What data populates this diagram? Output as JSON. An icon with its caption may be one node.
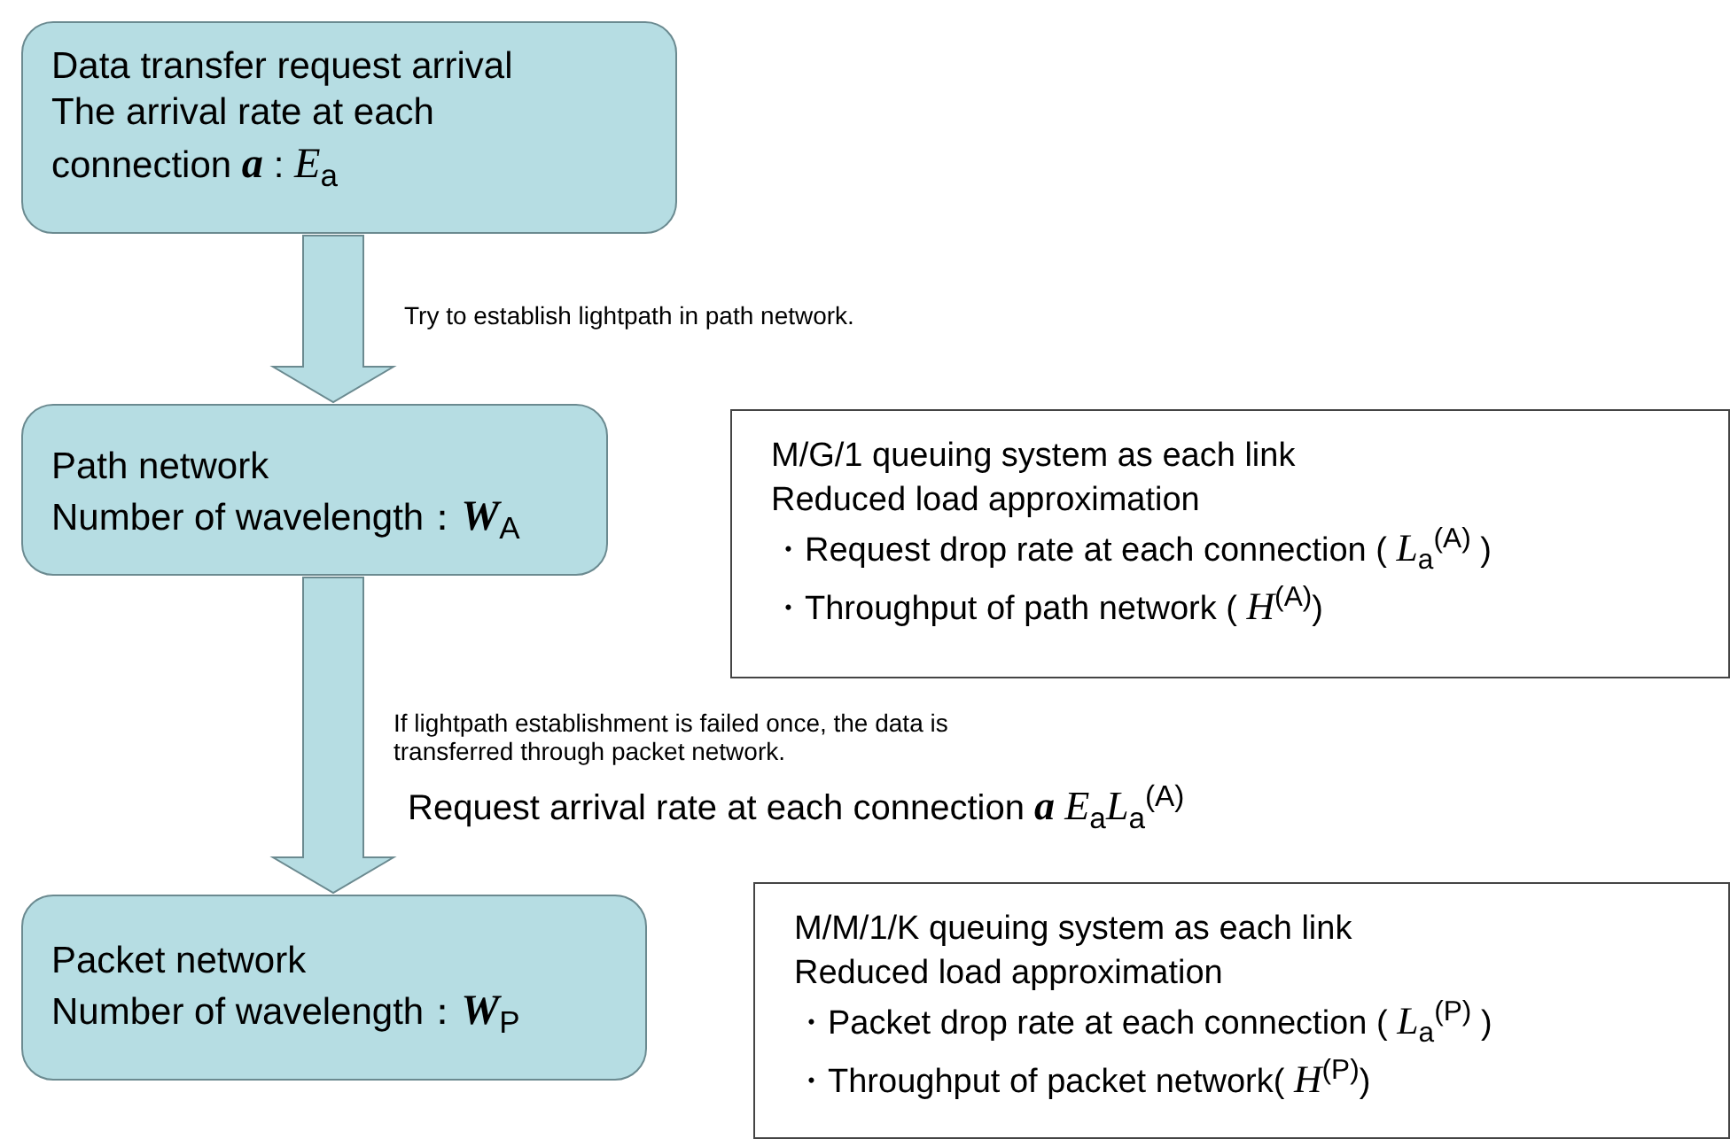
{
  "diagram": {
    "nodes": [
      {
        "text": [
          "Data transfer request arrival The arrival rate at each connection **a** : *E*$_{a}$"
        ]
      },
      {
        "text": [
          "Path network",
          "Number of wavelength：**W**$_{A}$"
        ]
      },
      {
        "text": [
          "M/G/1 queuing system as each link",
          "Reduced load approximation",
          "・Request drop rate at each connection ( *L*$_{a}$$^{(A)}$ )",
          "・Throughput of path network ( *H*$^{(A)}$)"
        ]
      },
      {
        "text": [
          "Packet network",
          "Number of wavelength：**W**$_{P}$"
        ]
      },
      {
        "text": [
          "M/M/1/K queuing system as each link",
          "Reduced load approximation",
          "・Packet drop rate at each connection ( *L*$_{a}$$^{(P)}$ )",
          "・Throughput of packet network( *H*$^{(P)}$)"
        ]
      }
    ],
    "edges": [
      {
        "from": 0,
        "to": 1,
        "arrow": "to",
        "label": "Try to establish lightpath in path network."
      },
      {
        "from": 1,
        "to": 3,
        "arrow": "to",
        "label": "If lightpath establishment is failed once, the data is transferred through packet network."
      }
    ],
    "labels": [
      "Request arrival rate at each connection **a** *E*$_{a}$*L*$_{a}$$^{(A)}$"
    ]
  }
}
